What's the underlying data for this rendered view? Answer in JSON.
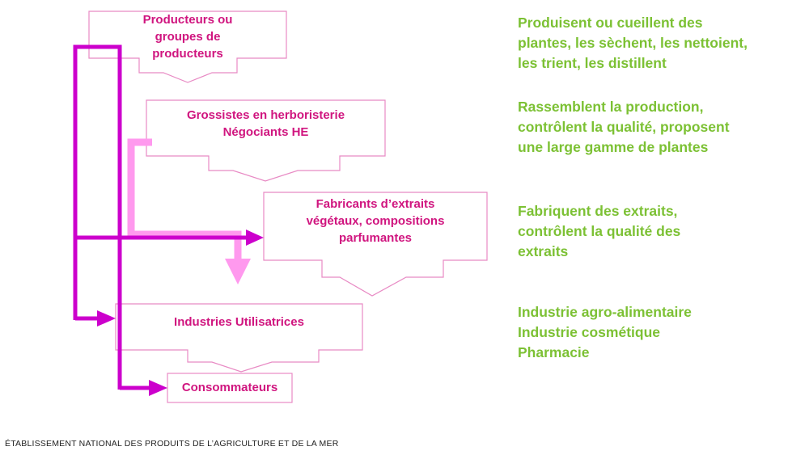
{
  "boxes": {
    "producteurs": "Producteurs ou\ngroupes de\nproducteurs",
    "grossistes": "Grossistes en herboristerie\nNégociants HE",
    "fabricants": "Fabricants d’extraits\nvégétaux, compositions\nparfumantes",
    "industries": "Industries Utilisatrices",
    "consommateurs": "Consommateurs"
  },
  "descriptions": {
    "producteurs": "Produisent ou cueillent des\nplantes, les sèchent, les nettoient,\nles trient, les distillent",
    "grossistes": "Rassemblent la production,\ncontrôlent la qualité, proposent\nune large gamme de plantes",
    "fabricants": "Fabriquent des extraits,\ncontrôlent la qualité des\nextraits",
    "industries": "Industrie agro-alimentaire\nIndustrie cosmétique\nPharmacie"
  },
  "footer": "ÉTABLISSEMENT NATIONAL DES PRODUITS DE L’AGRICULTURE ET DE LA MER",
  "colors": {
    "box_text": "#d0157f",
    "box_border": "#e88ac4",
    "main_arrow": "#cc00cc",
    "light_arrow": "#ff99ee",
    "description": "#7cc134"
  }
}
